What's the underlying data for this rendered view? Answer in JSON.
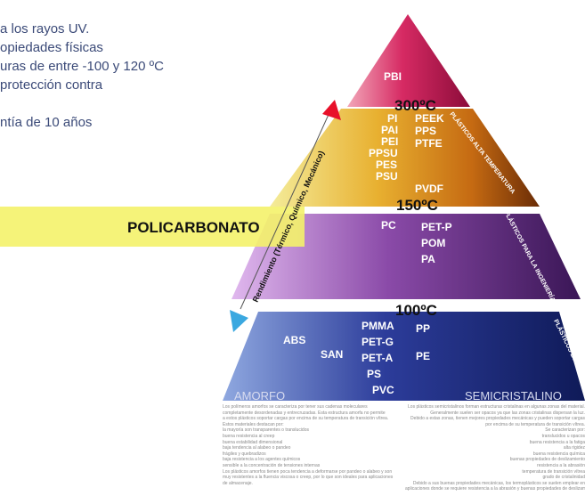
{
  "intro_lines": [
    "a los rayos UV.",
    "opiedades físicas",
    "uras de entre -100 y 120 ºC",
    "protección contra",
    "",
    "ntía de 10 años"
  ],
  "highlight": {
    "label": "POLICARBONATO"
  },
  "axis": {
    "label": "Rendimiento (Térmico, Químico, Mecánico)"
  },
  "temperatures": [
    "300ºC",
    "150ºC",
    "100ºC"
  ],
  "tiers": {
    "top": {
      "left": [
        "PBI"
      ]
    },
    "high_temp": {
      "side_label": "PLÁSTICOS ALTA TEMPERATURA",
      "left": [
        "PI",
        "PAI",
        "PEI",
        "PPSU",
        "PES",
        "PSU"
      ],
      "right": [
        "PEEK",
        "PPS",
        "PTFE",
        "PVDF"
      ]
    },
    "engineering": {
      "side_label": "PLÁSTICOS PARA LA INGENIERÍA",
      "left": [
        "PC"
      ],
      "right": [
        "PET-P",
        "POM",
        "PA"
      ]
    },
    "standard": {
      "side_label": "PLÁSTICOS ESTÁNDAR",
      "far_left": [
        "ABS",
        "SAN"
      ],
      "center": [
        "PMMA",
        "PET-G",
        "PET-A",
        "PS",
        "PVC"
      ],
      "right": [
        "PP",
        "PE"
      ]
    }
  },
  "bottom_labels": {
    "amorphous": "AMORFO",
    "semicrystalline": "SEMICRISTALINO"
  },
  "footnotes": {
    "left": [
      "Los polímeros amorfos se caracteriza por tener sus cadenas moleculares",
      "completamente desordenadas y entrecruzadas. Esta estructura amorfa no permite",
      "a estos plásticos soportar cargas por encima de su temperatura de transición vítrea.",
      "Estos materiales destacan por:",
      "la mayoría son transparentes o translucidos",
      "buena resistencia al creep",
      "buena estabilidad dimensional",
      "baja tendencia al alabeo o pandeo",
      "frágiles y quebradizos",
      "baja resistencia a los agentes químicos",
      "sensible a la concentración de tensiones internas",
      "Los plásticos amorfos tienen poca tendencia a deformarse por pandeo o alabeo y son",
      "muy resistentes a la fluencia viscosa o creep, por lo que son ideales para aplicaciones",
      "de almacenaje."
    ],
    "right": [
      "Los plásticos semicristalinos forman estructuras cristalinas en algunas zonas del material.",
      "Generalmente suelen ser opacos ya que las zonas cristalinas dispersan la luz.",
      "Debido a estas zonas, tienen mejores propiedades mecánicas y pueden soportar cargas",
      "por encima de su temperatura de transición vítrea.",
      "Se caracterizan por:",
      "translucidos u opacos",
      "buena resistencia a la fatiga",
      "alta rigidez",
      "buena resistencia química",
      "buenas propiedades de deslizamiento",
      "resistencia a la abrasión",
      "temperatura de transición vítrea",
      "grado de cristalinidad",
      "Debido a sus buenas propiedades mecánicas, los termoplásticos se suelen emplear en",
      "aplicaciones donde se requiere resistencia a la abrasión y buenas propiedades de deslizamiento."
    ]
  },
  "colors": {
    "highlight": "#f4f26a",
    "arrow_up": "#e8102a",
    "arrow_down": "#3aa8e0",
    "intro_text": "#3b4a78"
  }
}
